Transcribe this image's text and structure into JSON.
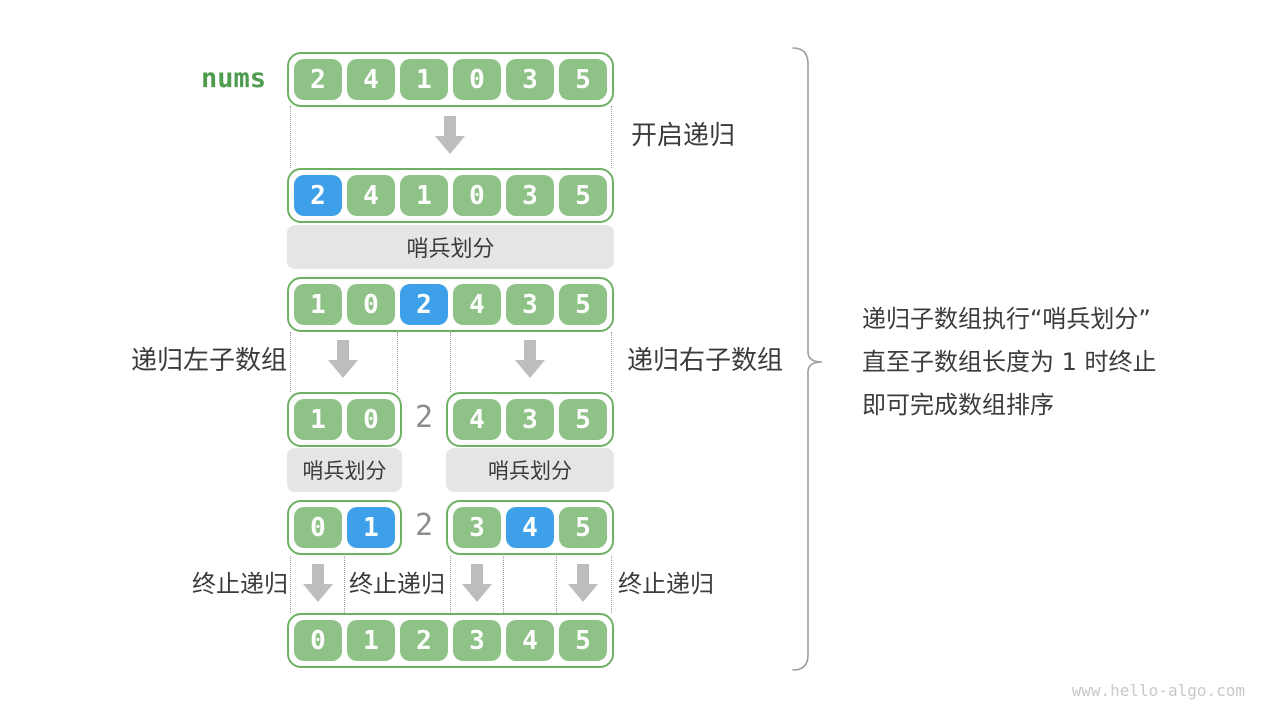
{
  "colors": {
    "green": "#8ec287",
    "green_border": "#6fb164",
    "blue": "#3da0e8",
    "bar_bg": "#e5e5e5",
    "text": "#3c3c3c",
    "arrow": "#bdbdbd",
    "nums_label": "#4f9b4f",
    "pivot_text": "#8e8e8e",
    "watermark": "#c9c9c9",
    "brace": "#9e9e9e",
    "dotted": "#9a9a9a"
  },
  "labels": {
    "nums": "nums",
    "start_recursion": "开启递归",
    "partition": "哨兵划分",
    "recurse_left": "递归左子数组",
    "recurse_right": "递归右子数组",
    "terminate": "终止递归",
    "pivot": "2"
  },
  "note": {
    "line1": "递归子数组执行“哨兵划分”",
    "line2": "直至子数组长度为 1 时终止",
    "line3": "即可完成数组排序"
  },
  "watermark": "www.hello-algo.com",
  "arrays": {
    "row1": {
      "values": [
        2,
        4,
        1,
        0,
        3,
        5
      ],
      "highlight": []
    },
    "row2": {
      "values": [
        2,
        4,
        1,
        0,
        3,
        5
      ],
      "highlight": [
        0
      ]
    },
    "row3": {
      "values": [
        1,
        0,
        2,
        4,
        3,
        5
      ],
      "highlight": [
        2
      ]
    },
    "row4_left": {
      "values": [
        1,
        0
      ],
      "highlight": []
    },
    "row4_right": {
      "values": [
        4,
        3,
        5
      ],
      "highlight": []
    },
    "row5_left": {
      "values": [
        0,
        1
      ],
      "highlight": [
        1
      ]
    },
    "row5_right": {
      "values": [
        3,
        4,
        5
      ],
      "highlight": [
        1
      ]
    },
    "row6": {
      "values": [
        0,
        1,
        2,
        3,
        4,
        5
      ],
      "highlight": []
    }
  }
}
